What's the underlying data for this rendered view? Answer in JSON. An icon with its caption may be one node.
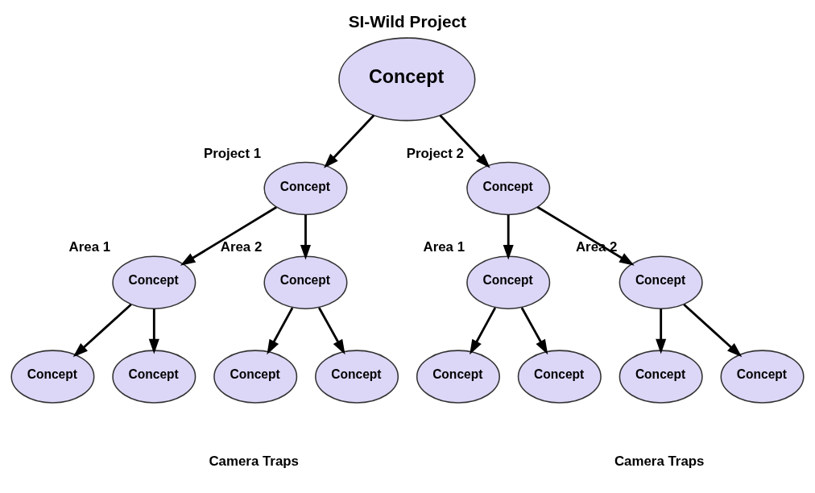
{
  "diagram": {
    "title": "SI-Wild Project",
    "nodes": [
      {
        "text": [
          "Concept"
        ]
      },
      {
        "text": [
          "Concept"
        ],
        "beside": [
          "Project 1"
        ]
      },
      {
        "text": [
          "Concept"
        ],
        "beside": [
          "Project 2"
        ]
      },
      {
        "text": [
          "Concept"
        ],
        "beside": [
          "Area 1"
        ]
      },
      {
        "text": [
          "Concept"
        ],
        "beside": [
          "Area 2"
        ]
      },
      {
        "text": [
          "Concept"
        ],
        "beside": [
          "Area 1"
        ]
      },
      {
        "text": [
          "Concept"
        ],
        "beside": [
          "Area 2"
        ]
      },
      {
        "text": [
          "Concept"
        ]
      },
      {
        "text": [
          "Concept"
        ]
      },
      {
        "text": [
          "Concept"
        ]
      },
      {
        "text": [
          "Concept"
        ]
      },
      {
        "text": [
          "Concept"
        ]
      },
      {
        "text": [
          "Concept"
        ]
      },
      {
        "text": [
          "Concept"
        ]
      },
      {
        "text": [
          "Concept"
        ]
      }
    ],
    "edges": [
      {
        "from": 0,
        "to": 1,
        "arrow": "to"
      },
      {
        "from": 0,
        "to": 2,
        "arrow": "to"
      },
      {
        "from": 1,
        "to": 3,
        "arrow": "to"
      },
      {
        "from": 1,
        "to": 4,
        "arrow": "to"
      },
      {
        "from": 2,
        "to": 5,
        "arrow": "to"
      },
      {
        "from": 2,
        "to": 6,
        "arrow": "to"
      },
      {
        "from": 3,
        "to": 7,
        "arrow": "to"
      },
      {
        "from": 3,
        "to": 8,
        "arrow": "to"
      },
      {
        "from": 4,
        "to": 9,
        "arrow": "to"
      },
      {
        "from": 4,
        "to": 10,
        "arrow": "to"
      },
      {
        "from": 5,
        "to": 11,
        "arrow": "to"
      },
      {
        "from": 5,
        "to": 12,
        "arrow": "to"
      },
      {
        "from": 6,
        "to": 13,
        "arrow": "to"
      },
      {
        "from": 6,
        "to": 14,
        "arrow": "to"
      }
    ],
    "labels": [
      "Camera Traps",
      "Camera Traps"
    ]
  }
}
